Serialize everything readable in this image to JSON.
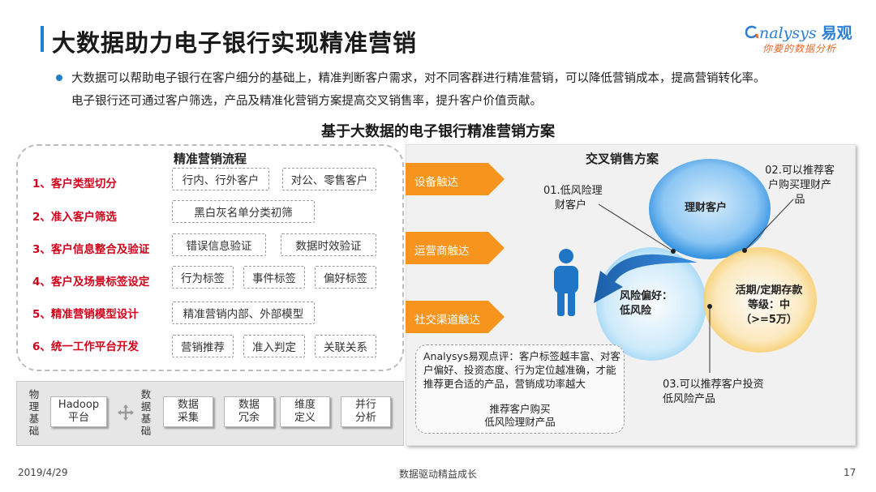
{
  "header": {
    "title": "大数据助力电子银行实现精准营销",
    "logo_text_latin": "nalysys",
    "logo_text_cn": "易观",
    "logo_sub": "你要的数据分析"
  },
  "intro": {
    "line1": "大数据可以帮助电子银行在客户细分的基础上，精准判断客户需求，对不同客群进行精准营销，可以降低营销成本，提高营销转化率。",
    "line2": "电子银行还可通过客户筛选，产品及精准化营销方案提高交叉销售率，提升客户价值贡献。"
  },
  "scheme_title": "基于大数据的电子银行精准营销方案",
  "flow": {
    "title": "精准营销流程",
    "steps": [
      {
        "label": "1、客户类型切分",
        "tags": [
          "行内、行外客户",
          "对公、零售客户"
        ]
      },
      {
        "label": "2、准入客户筛选",
        "tags": [
          "黑白灰名单分类初筛"
        ]
      },
      {
        "label": "3、客户信息整合及验证",
        "tags": [
          "错误信息验证",
          "数据时效验证"
        ]
      },
      {
        "label": "4、客户及场景标签设定",
        "tags": [
          "行为标签",
          "事件标签",
          "偏好标签"
        ]
      },
      {
        "label": "5、精准营销模型设计",
        "tags": [
          "精准营销内部、外部模型"
        ]
      },
      {
        "label": "6、统一工作平台开发",
        "tags": [
          "营销推荐",
          "准入判定",
          "关联关系"
        ]
      }
    ]
  },
  "base": {
    "physical_label": [
      "物",
      "理",
      "基",
      "础"
    ],
    "data_label": [
      "数",
      "据",
      "基",
      "础"
    ],
    "physical_items": [
      [
        "Hadoop",
        "平台"
      ]
    ],
    "data_items": [
      [
        "数据",
        "采集"
      ],
      [
        "数据",
        "冗余"
      ],
      [
        "维度",
        "定义"
      ],
      [
        "并行",
        "分析"
      ]
    ]
  },
  "cross": {
    "title": "交叉销售方案",
    "channels": [
      "设备触达",
      "运营商触达",
      "社交渠道触达"
    ],
    "note01": [
      "01.低风险理",
      "财客户"
    ],
    "note02": [
      "02.可以推荐客",
      "户购买理财产",
      "品"
    ],
    "note03": [
      "03.可以推荐客户投资",
      "低风险产品"
    ],
    "circle_top": "理财客户",
    "circle_left": [
      "风险偏好：",
      "低风险"
    ],
    "circle_right": [
      "活期/定期存款",
      "等级：中",
      "（>=5万）"
    ],
    "comment": "Analysys易观点评：客户标签越丰富、对客户偏好、投资态度、行为定位越准确，才能推荐更合适的产品，营销成功率越大",
    "comment_bottom": [
      "推荐客户购买",
      "低风险理财产品"
    ],
    "colors": {
      "channel_arrow": "#f7941d",
      "circle_top": "#2f8fe0",
      "circle_left": "#8fd0f4",
      "circle_right": "#f8c44c",
      "person": "#1f76c7"
    }
  },
  "footer": {
    "date": "2019/4/29",
    "center": "数据驱动精益成长",
    "page": "17"
  }
}
